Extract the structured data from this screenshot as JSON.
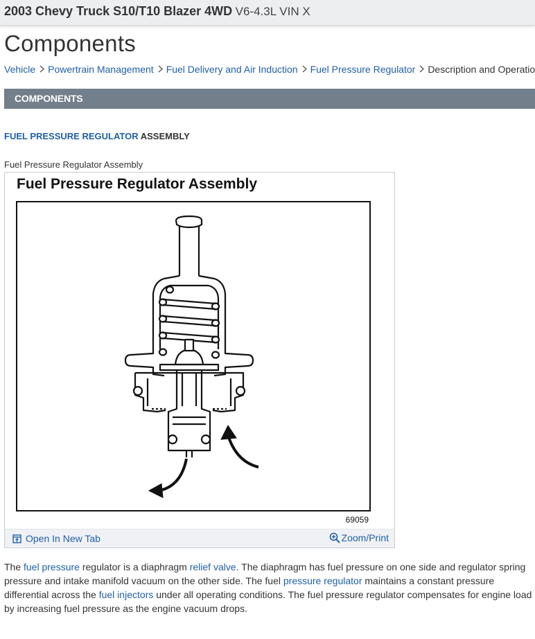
{
  "vehicle": {
    "name": "2003 Chevy Truck S10/T10 Blazer 4WD",
    "engine": "V6-4.3L VIN X"
  },
  "page": {
    "title": "Components"
  },
  "breadcrumb": {
    "items": [
      "Vehicle",
      "Powertrain Management",
      "Fuel Delivery and Air Induction",
      "Fuel Pressure Regulator"
    ],
    "current": "Description and Operation"
  },
  "section": {
    "header": "COMPONENTS"
  },
  "subsection": {
    "link_text": "FUEL PRESSURE REGULATOR",
    "rest_text": " ASSEMBLY"
  },
  "figure": {
    "caption": "Fuel Pressure Regulator Assembly",
    "heading": "Fuel Pressure Regulator Assembly",
    "number": "69059",
    "open_tab_label": "Open In New Tab",
    "zoom_label": "Zoom/Print"
  },
  "description": {
    "p1": "The ",
    "l1": "fuel pressure",
    "p2": " regulator is a diaphragm ",
    "l2": "relief valve",
    "p3": ". The diaphragm has fuel pressure on one side and regulator spring pressure and intake manifold vacuum on the other side. The fuel ",
    "l3": "pressure regulator",
    "p4": " maintains a constant pressure differential across the ",
    "l4": "fuel injectors",
    "p5": " under all operating conditions. The fuel pressure regulator compensates for engine load by increasing fuel pressure as the engine vacuum drops."
  },
  "colors": {
    "link": "#1f5fa8",
    "section_header_bg": "#737f8b",
    "vehicle_bar_bg": "#eceef0"
  },
  "icons": {
    "open_tab": "open-new-tab-icon",
    "zoom": "magnifier-plus-icon",
    "breadcrumb_separator": "chevron-right-icon"
  }
}
